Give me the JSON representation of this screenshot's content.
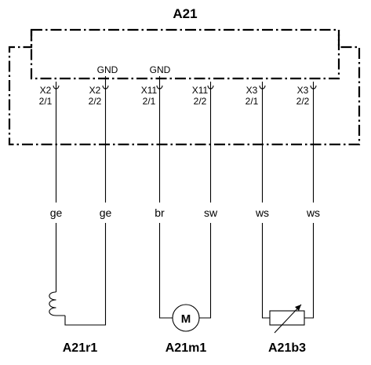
{
  "module_label": "A21",
  "pins": [
    {
      "conn": "X2",
      "pin": "2/1",
      "gnd": ""
    },
    {
      "conn": "X2",
      "pin": "2/2",
      "gnd": "GND"
    },
    {
      "conn": "X11",
      "pin": "2/1",
      "gnd": "GND"
    },
    {
      "conn": "X11",
      "pin": "2/2",
      "gnd": ""
    },
    {
      "conn": "X3",
      "pin": "2/1",
      "gnd": ""
    },
    {
      "conn": "X3",
      "pin": "2/2",
      "gnd": ""
    }
  ],
  "wires": [
    "ge",
    "ge",
    "br",
    "sw",
    "ws",
    "ws"
  ],
  "components": [
    {
      "label": "A21r1",
      "symbol": "coil-icon"
    },
    {
      "label": "A21m1",
      "symbol": "motor-icon",
      "symbol_text": "M"
    },
    {
      "label": "A21b3",
      "symbol": "variable-resistor-icon"
    }
  ]
}
